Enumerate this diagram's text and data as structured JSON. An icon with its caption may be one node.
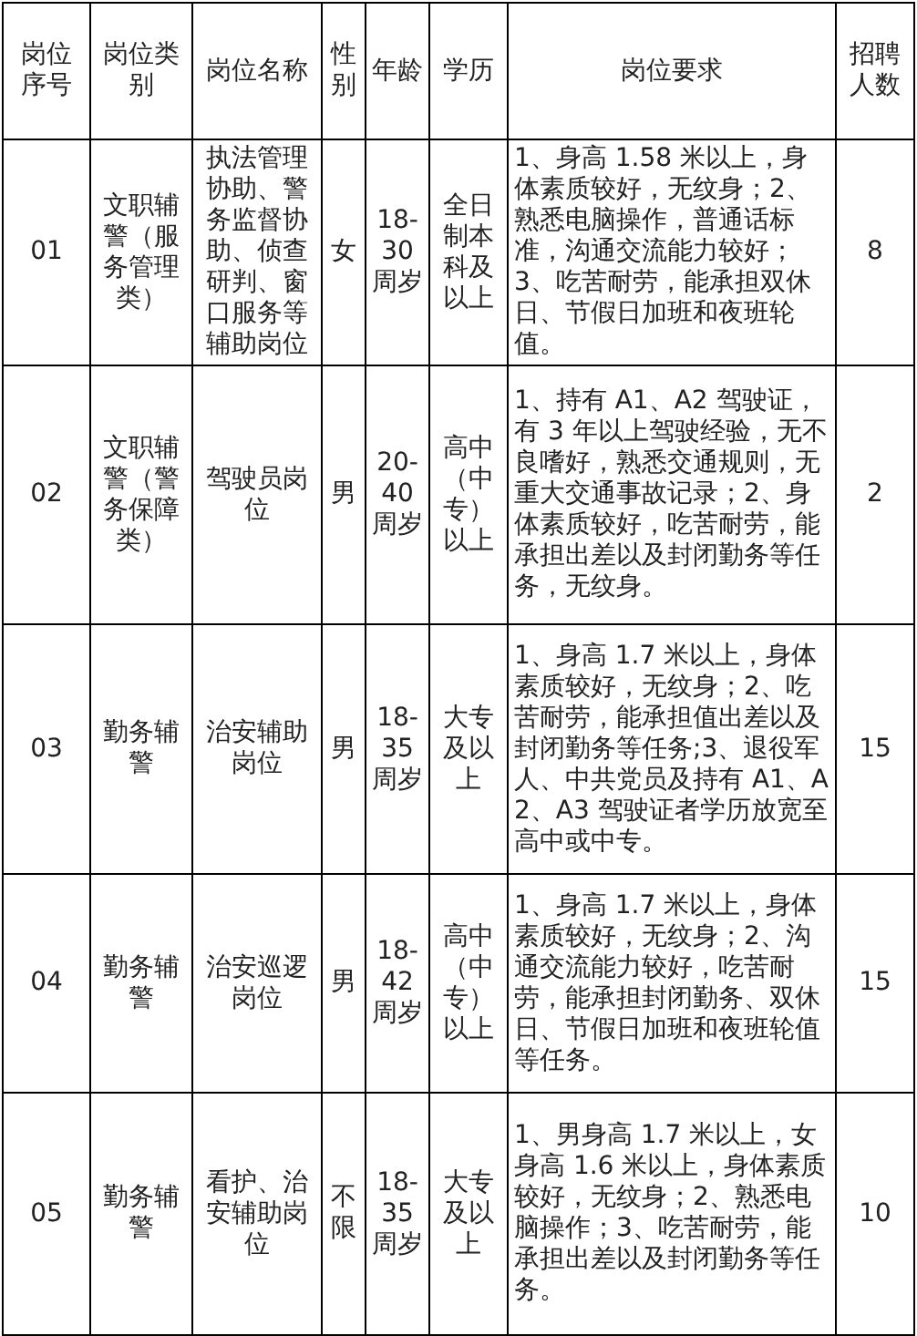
{
  "diagram": {
    "labels": [
      "岗位序号",
      "岗位类别",
      "岗位名称",
      "性别",
      "年龄",
      "学历",
      "岗位要求",
      "招聘人数",
      "01",
      "文职辅警（服务管理类）",
      "执法管理协助、警务监督协助、侦查研判、窗口服务等辅助岗位",
      "女",
      "18-30周岁",
      "全日制本科及以上",
      "1、身高 1.58 米以上，身体素质较好，无纹身；2、熟悉电脑操作，普通话标准，沟通交流能力较好；3、吃苦耐劳，能承担双休日、节假日加班和夜班轮值。",
      "8",
      "02",
      "文职辅警（警务保障类）",
      "驾驶员岗位",
      "男",
      "20-40周岁",
      "高中（中专）以上",
      "1、持有 A1、A2 驾驶证，有 3 年以上驾驶经验，无不良嗜好，熟悉交通规则，无重大交通事故记录；2、身体素质较好，吃苦耐劳，能承担出差以及封闭勤务等任务，无纹身。",
      "2",
      "03",
      "勤务辅警",
      "治安辅助岗位",
      "男",
      "18-35周岁",
      "大专及以上",
      "1、身高 1.7 米以上，身体素质较好，无纹身；2、吃苦耐劳，能承担值出差以及封闭勤务等任务;3、退役军人、中共党员及持有 A1、A2、A3 驾驶证者学历放宽至高中或中专。",
      "15",
      "04",
      "勤务辅警",
      "治安巡逻岗位",
      "男",
      "18-42周岁",
      "高中（中专）以上",
      "1、身高 1.7 米以上，身体素质较好，无纹身；2、沟通交流能力较好，吃苦耐劳，能承担封闭勤务、双休日、节假日加班和夜班轮值等任务。",
      "15",
      "05",
      "勤务辅警",
      "看护、治安辅助岗位",
      "不限",
      "18-35周岁",
      "大专及以上",
      "1、男身高 1.7 米以上，女身高 1.6 米以上，身体素质较好，无纹身；2、熟悉电脑操作；3、吃苦耐劳，能承担出差以及封闭勤务等任务。",
      "10"
    ]
  }
}
